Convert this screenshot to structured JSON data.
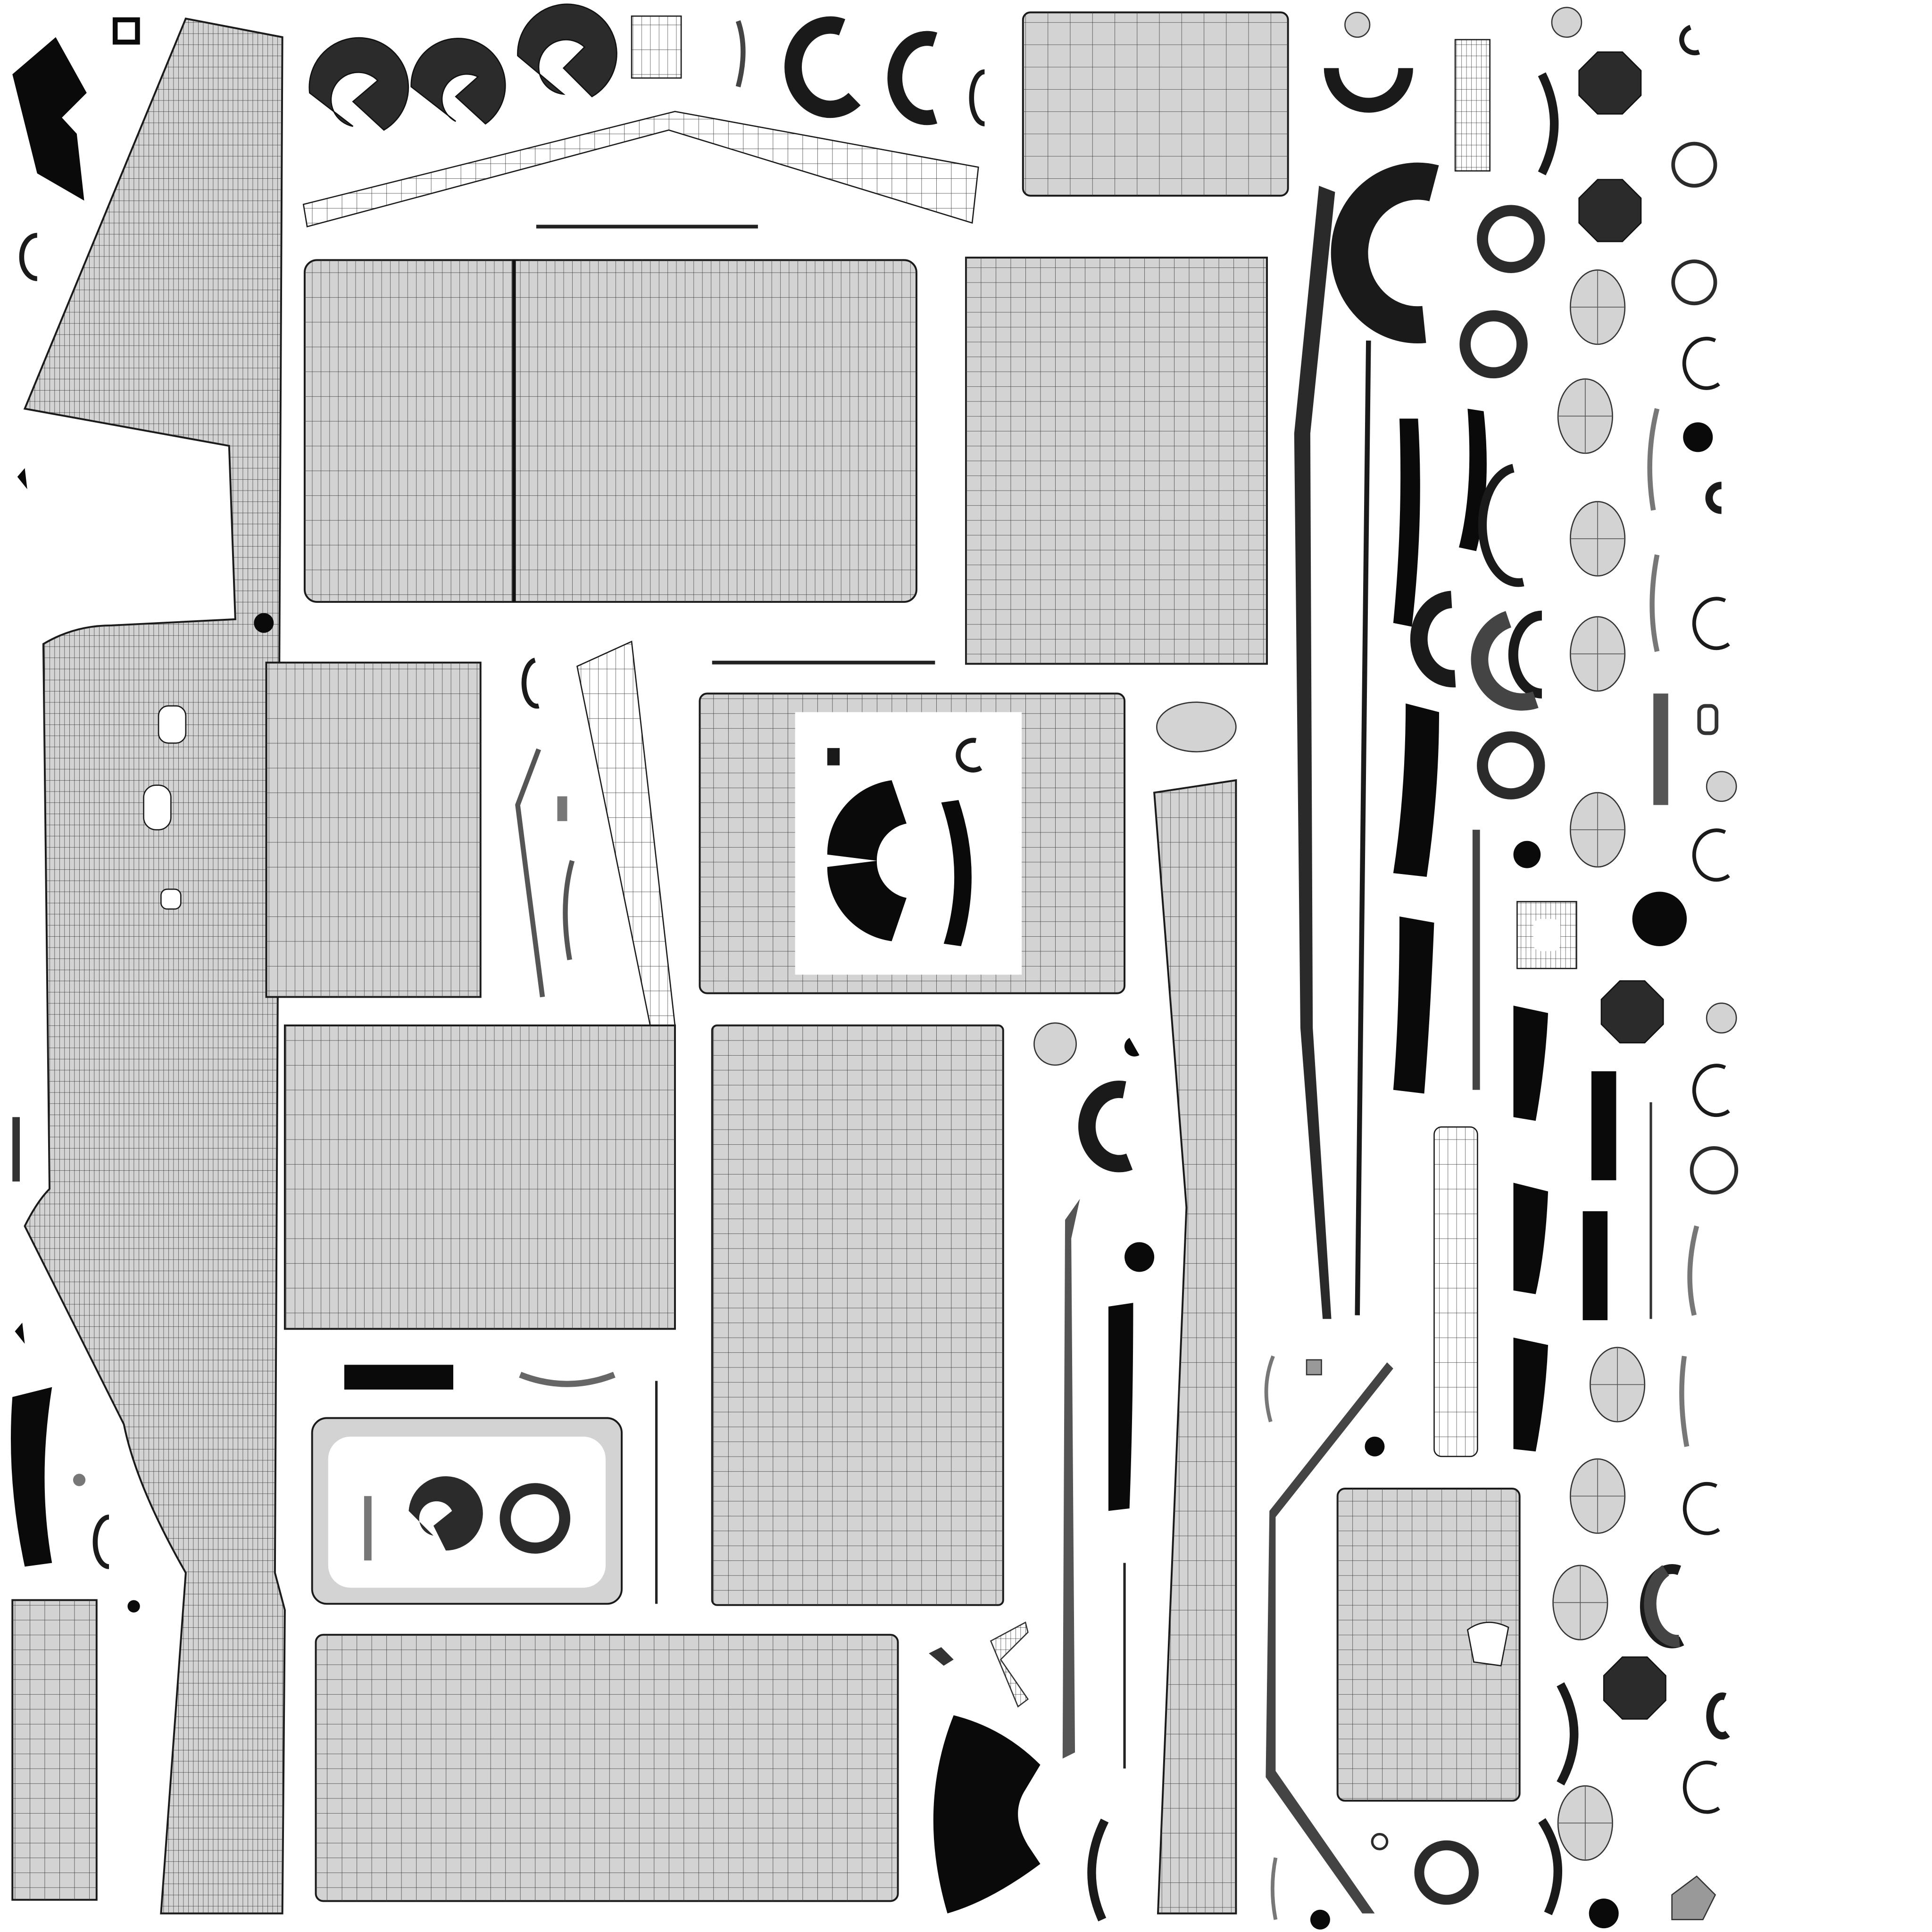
{
  "palette": {
    "background": "#ffffff",
    "island_fill": "#d3d3d3",
    "wire": "#3a3a3a",
    "outline": "#1a1a1a",
    "solid": "#0a0a0a"
  },
  "islands": {
    "main_strip": "uv-island-main-strip",
    "rect_panels": "uv-island-rect-panel",
    "rings": "uv-island-ring",
    "c_shapes": "uv-island-c-shape",
    "disks": "uv-island-radial-disk",
    "bands": "uv-island-curved-band",
    "beams": "uv-island-long-beam"
  }
}
